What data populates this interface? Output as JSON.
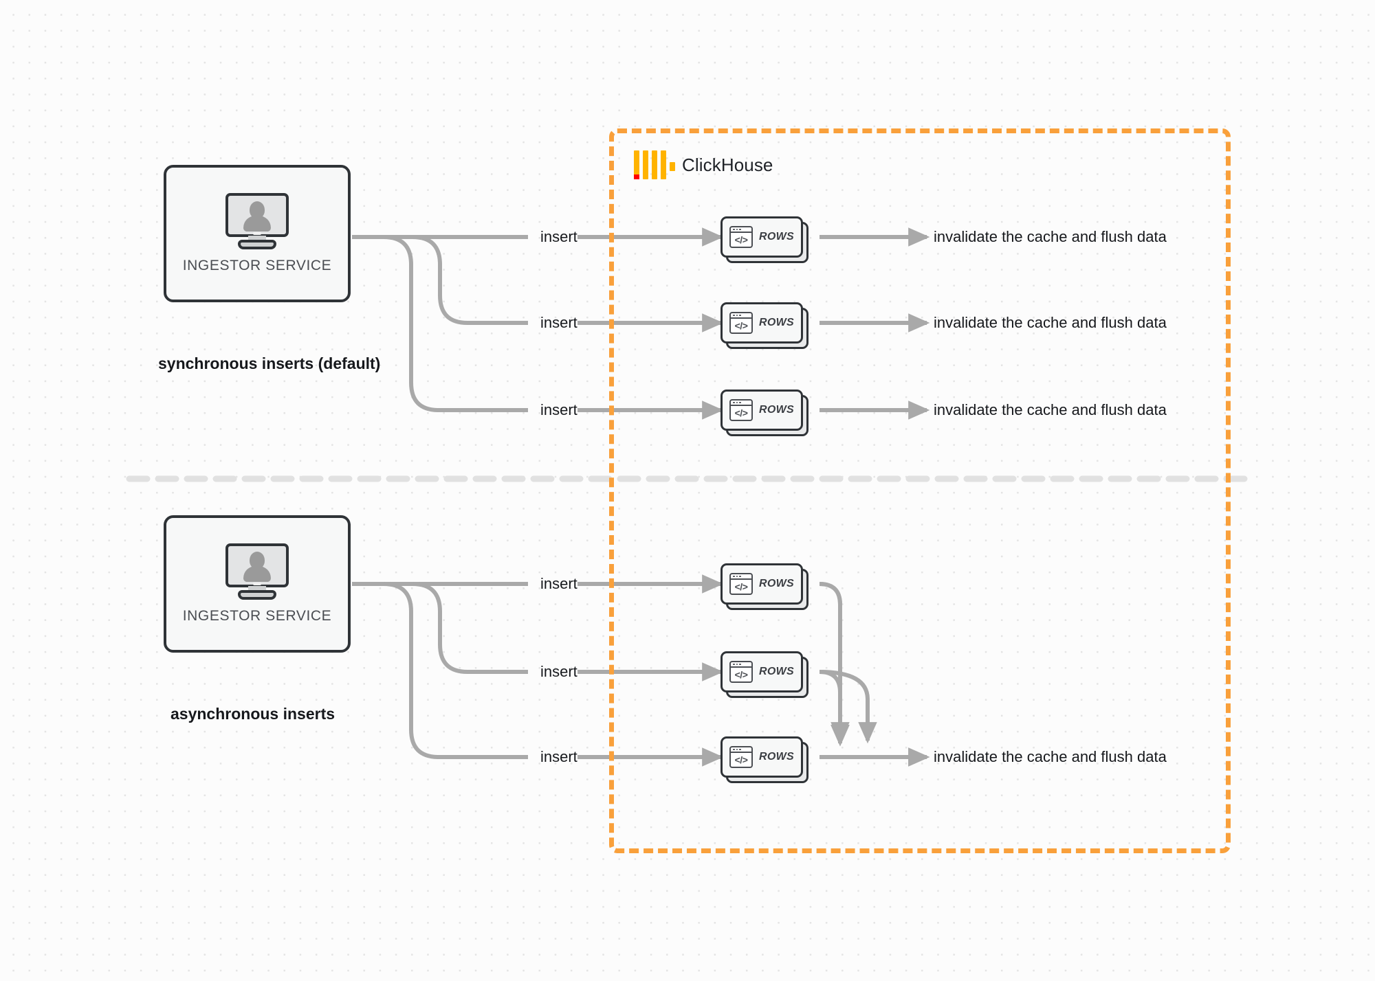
{
  "diagram": {
    "title": "ClickHouse synchronous vs asynchronous inserts",
    "colors": {
      "boundary": "#f9a03b",
      "logo_orange": "#ffb300",
      "logo_red": "#ff0000",
      "connector": "#a9a9a9",
      "box_border": "#2f3337",
      "background": "#fcfcfc"
    }
  },
  "clickhouse": {
    "name": "ClickHouse",
    "logo_icon": "clickhouse-logo-icon"
  },
  "sections": [
    {
      "id": "synchronous",
      "caption": "synchronous inserts (default)",
      "service": {
        "label": "INGESTOR SERVICE",
        "icon": "monitor-user-icon"
      },
      "rows": [
        {
          "insert_label": "insert",
          "rows_label": "ROWS",
          "result_label": "invalidate the cache and flush data"
        },
        {
          "insert_label": "insert",
          "rows_label": "ROWS",
          "result_label": "invalidate the cache and flush data"
        },
        {
          "insert_label": "insert",
          "rows_label": "ROWS",
          "result_label": "invalidate the cache and flush data"
        }
      ]
    },
    {
      "id": "asynchronous",
      "caption": "asynchronous inserts",
      "service": {
        "label": "INGESTOR SERVICE",
        "icon": "monitor-user-icon"
      },
      "rows": [
        {
          "insert_label": "insert",
          "rows_label": "ROWS"
        },
        {
          "insert_label": "insert",
          "rows_label": "ROWS"
        },
        {
          "insert_label": "insert",
          "rows_label": "ROWS"
        }
      ],
      "result_label": "invalidate the cache and flush data"
    }
  ]
}
